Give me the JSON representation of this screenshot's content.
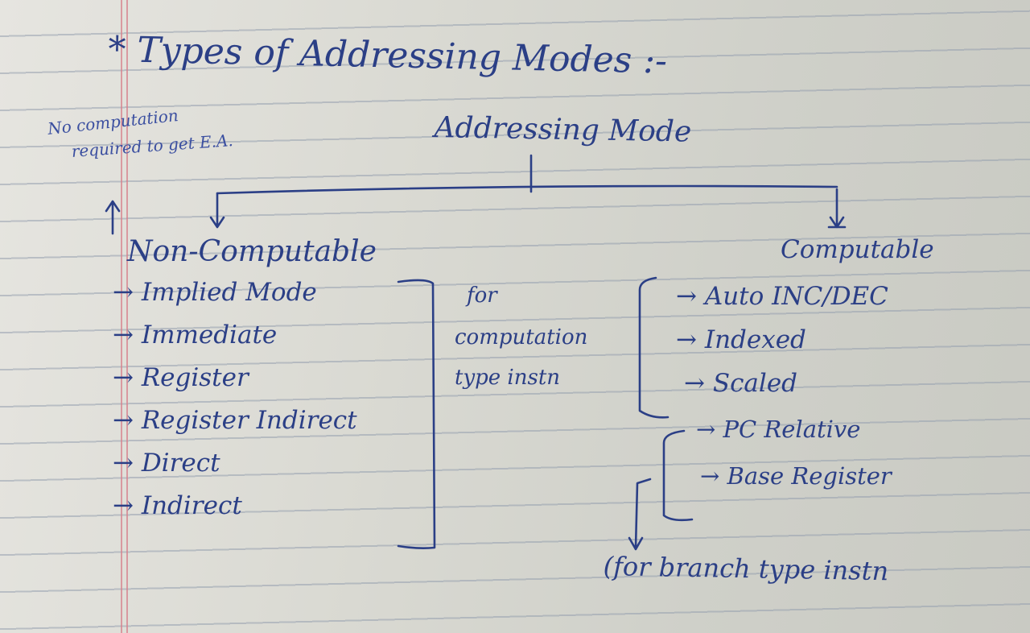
{
  "page": {
    "title": "* Types of Addressing Modes :-",
    "subtitle": "Addressing Mode",
    "side_note": {
      "line1": "No computation",
      "line2": "required to get E.A."
    },
    "non_computable": {
      "heading": "Non-Computable",
      "items": [
        "→ Implied Mode",
        "→ Immediate",
        "→ Register",
        "→ Register Indirect",
        "→ Direct",
        "→ Indirect"
      ]
    },
    "middle_note": {
      "line1": "for",
      "line2": "computation",
      "line3": "type instn"
    },
    "computable": {
      "heading": "Computable",
      "items": [
        "→ Auto INC/DEC",
        "→ Indexed",
        "→ Scaled",
        "→ PC Relative",
        "→ Base Register"
      ]
    },
    "branch_note": "(for branch type instn"
  },
  "colors": {
    "ink": "#2b3f86",
    "paper": "#d9d9d2",
    "rule_line": "#96a0af",
    "margin_line": "#d7828c"
  }
}
